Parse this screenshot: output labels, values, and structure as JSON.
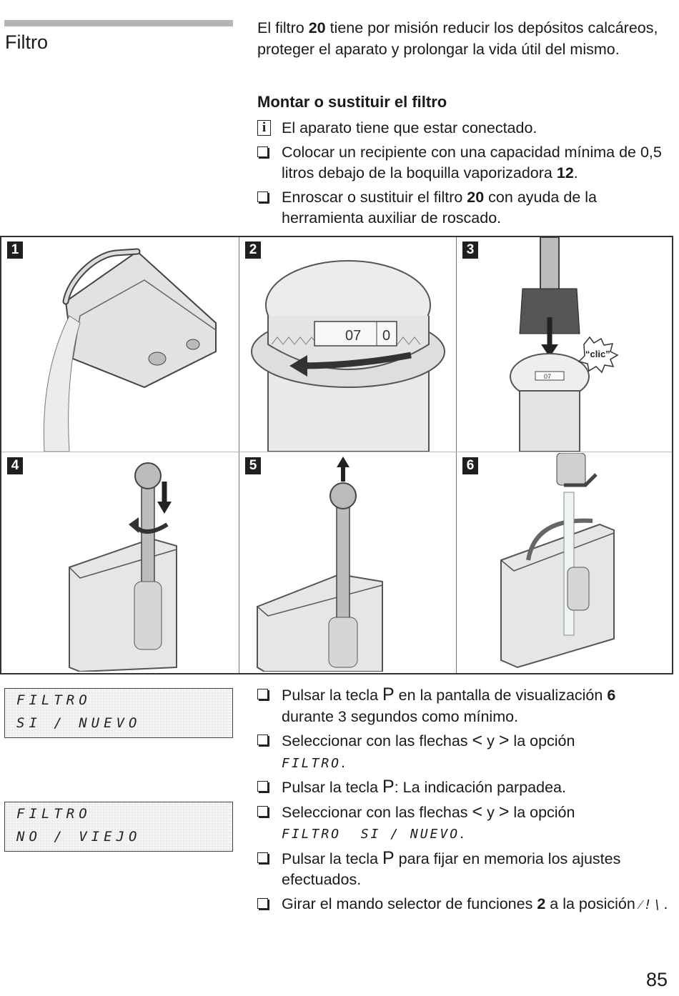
{
  "sidebar": {
    "title": "Filtro"
  },
  "intro": {
    "pre": "El filtro ",
    "num": "20",
    "post": " tiene por misión reducir los depósitos calcáreos, proteger el aparato y prolongar la vida útil del mismo."
  },
  "section": {
    "heading": "Montar o sustituir el filtro"
  },
  "steps_top": {
    "info_icon": "i",
    "info": "El aparato tiene que estar conectado.",
    "s1_pre": "Colocar un recipiente con una capacidad mínima de 0,5 litros debajo de la boquilla vaporizadora ",
    "s1_num": "12",
    "s1_post": ".",
    "s2_pre": "Enroscar o sustituir el filtro ",
    "s2_num": "20",
    "s2_post": " con ayuda de la herramienta auxiliar de roscado."
  },
  "figure": {
    "badges": [
      "1",
      "2",
      "3",
      "4",
      "5",
      "6"
    ],
    "dial_value": "07",
    "dial_value_2": "0",
    "dial_value_small": "07",
    "clic": "“clic”"
  },
  "displays": [
    {
      "line1": "FILTRO",
      "line2": "SI / NUEVO"
    },
    {
      "line1": "FILTRO",
      "line2": "NO / VIEJO"
    }
  ],
  "steps_bottom": {
    "b1_pre": "Pulsar la tecla ",
    "b1_key": "P",
    "b1_mid": " en la pantalla de visualización ",
    "b1_num": "6",
    "b1_post": " durante 3 segundos como mínimo.",
    "b2_pre": "Seleccionar con las flechas ",
    "b2_lt": "<",
    "b2_y": " y ",
    "b2_gt": ">",
    "b2_mid": " la opción ",
    "b2_lcd": "FILTRO",
    "b2_post": ".",
    "b3_pre": "Pulsar la tecla ",
    "b3_key": "P",
    "b3_post": ": La indicación parpadea.",
    "b4_pre": "Seleccionar con las flechas ",
    "b4_lt": "<",
    "b4_y": " y ",
    "b4_gt": ">",
    "b4_mid": " la opción ",
    "b4_lcd": "FILTRO  SI / NUEVO",
    "b4_post": ".",
    "b5_pre": "Pulsar la tecla ",
    "b5_key": "P",
    "b5_post": " para fijar en memoria los ajustes efectuados.",
    "b6_pre": "Girar el mando selector de funciones ",
    "b6_num": "2",
    "b6_mid": " a la posición ",
    "b6_symbol": "⁄!\\",
    "b6_post": "."
  },
  "page_number": "85"
}
